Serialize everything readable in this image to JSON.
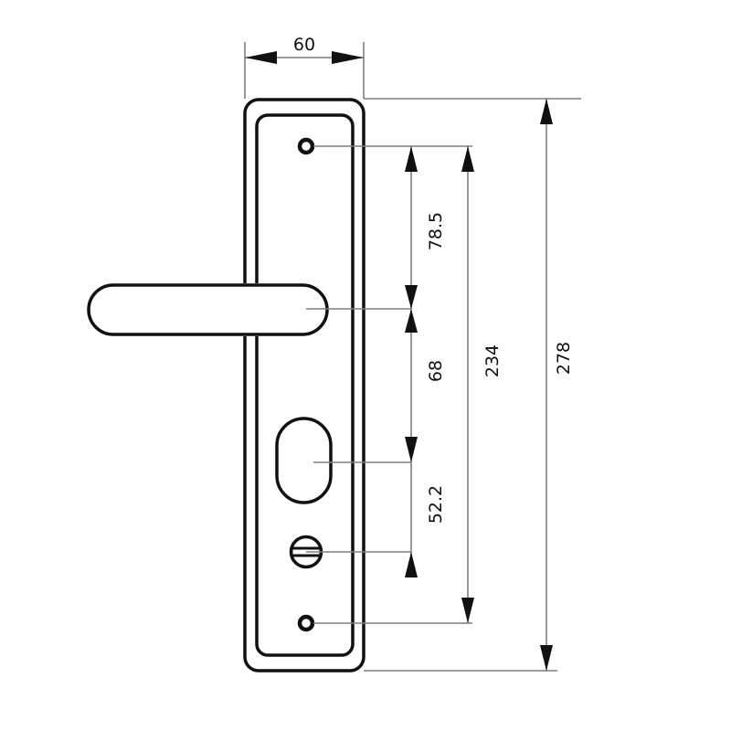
{
  "drawing": {
    "subject": "Door handle on backplate with cylinder keyhole and thumb turn",
    "units": "mm",
    "colors": {
      "outline": "#111111",
      "dimension_line": "#7f7f7f",
      "arrow": "#111111",
      "background": "#ffffff"
    },
    "dimensions": {
      "plate_width": "60",
      "screw_to_handle": "78.5",
      "handle_to_keyhole": "68",
      "keyhole_to_thumbturn": "52.2",
      "screw_to_screw": "234",
      "plate_height": "278"
    }
  }
}
